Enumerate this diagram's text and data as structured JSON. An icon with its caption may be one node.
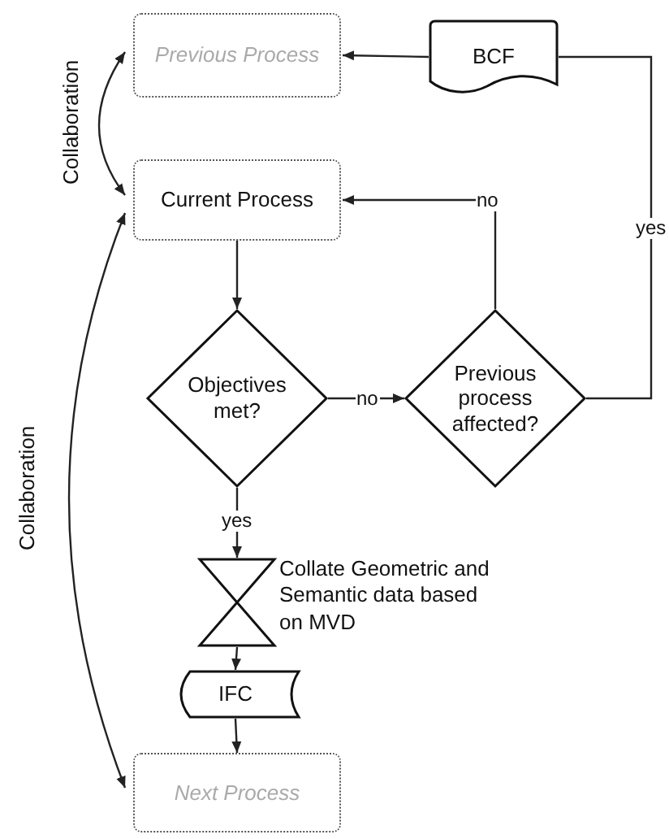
{
  "diagram": {
    "nodes": [
      {
        "text": [
          "Previous Process"
        ]
      },
      {
        "text": [
          "BCF"
        ]
      },
      {
        "text": [
          "Current Process"
        ]
      },
      {
        "text": [
          "Objectives met?"
        ]
      },
      {
        "text": [
          "Previous process affected?"
        ]
      },
      {
        "text": [],
        "shape": "hourglass",
        "beside": [
          "Collate Geometric and Semantic data based on MVD"
        ]
      },
      {
        "text": [
          "IFC"
        ]
      },
      {
        "text": [
          "Next Process"
        ]
      }
    ],
    "edges": [
      {
        "from": 2,
        "to": 3,
        "arrow": "to"
      },
      {
        "from": 3,
        "to": 4,
        "arrow": "to",
        "label": "no"
      },
      {
        "from": 4,
        "to": 2,
        "arrow": "to",
        "label": "no"
      },
      {
        "from": 4,
        "to": 1,
        "arrow": "none",
        "label": "yes"
      },
      {
        "from": 1,
        "to": 0,
        "arrow": "to"
      },
      {
        "from": 3,
        "to": 5,
        "arrow": "to",
        "label": "yes"
      },
      {
        "from": 5,
        "to": 6,
        "arrow": "to"
      },
      {
        "from": 6,
        "to": 7,
        "arrow": "to"
      },
      {
        "from": 0,
        "to": 2,
        "arrow": "both",
        "label": "Collaboration"
      },
      {
        "from": 2,
        "to": 7,
        "arrow": "both",
        "label": "Collaboration"
      }
    ]
  }
}
